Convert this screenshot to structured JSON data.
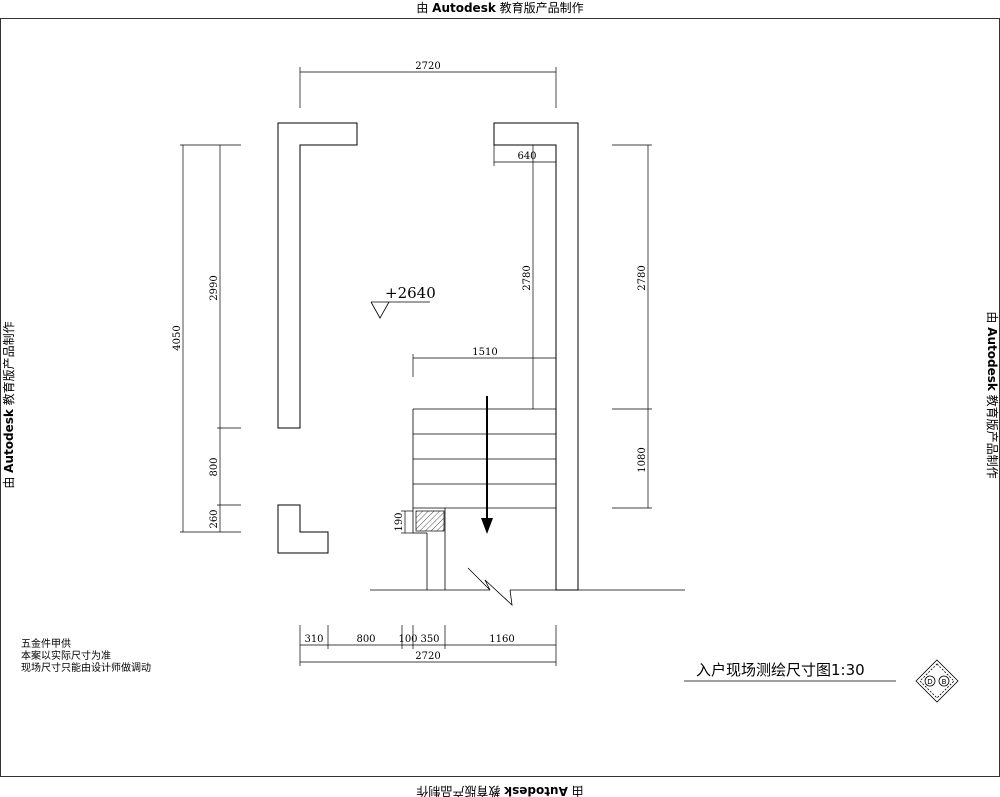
{
  "watermark": {
    "prefix": "由",
    "brand": "Autodesk",
    "suffix": "教育版产品制作"
  },
  "dimensions": {
    "top_total": "2720",
    "top_right_offset": "640",
    "left_total": "4050",
    "left_upper": "2990",
    "left_mid": "800",
    "left_low": "260",
    "inner_right_height": "2780",
    "far_right_upper": "2780",
    "far_right_lower": "1080",
    "stair_width": "1510",
    "step_small": "190",
    "bottom_segments": [
      "310",
      "800",
      "100",
      "350",
      "1160"
    ],
    "bottom_total": "2720"
  },
  "elevation_mark": "+2640",
  "notes": [
    "五金件甲供",
    "本案以实际尺寸为准",
    "现场尺寸只能由设计师做调动"
  ],
  "drawing_title": "入户现场测绘尺寸图1:30",
  "compass_letters": [
    "D",
    "B"
  ]
}
